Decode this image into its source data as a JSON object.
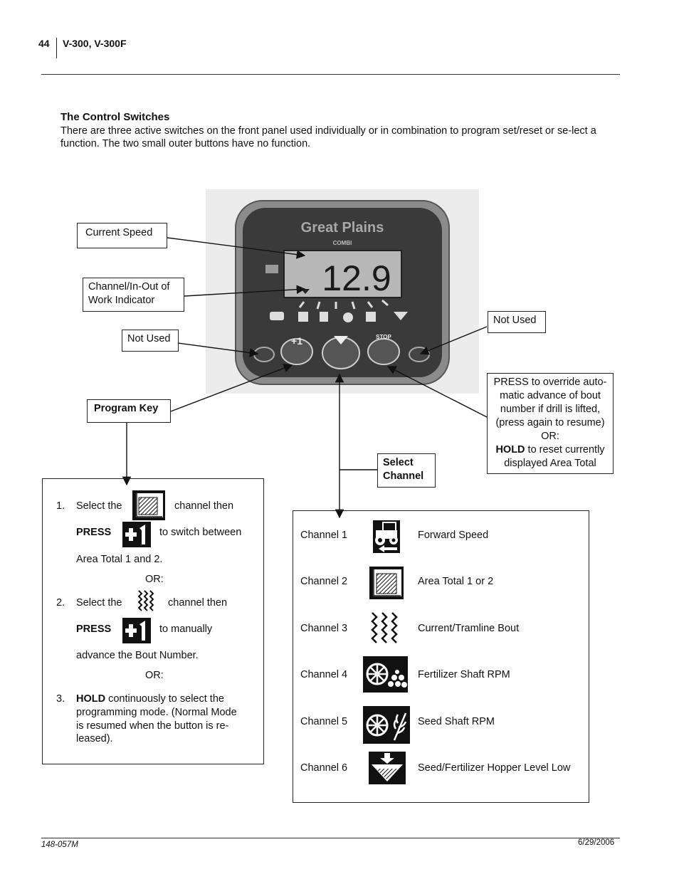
{
  "header": {
    "page_number": "44",
    "model": "V-300, V-300F"
  },
  "section": {
    "title": "The Control Switches",
    "intro": "There are three active switches on the front panel used individually or in combination to program set/reset or se-lect a function. The two small outer buttons have no function."
  },
  "device": {
    "brand": "Great Plains",
    "model_badge": "COMBI",
    "display_value": "12.9",
    "button_plus": "+1",
    "button_stop": "STOP"
  },
  "callouts": {
    "current_speed": "Current Speed",
    "channel_indicator_l1": "Channel/In-Out of",
    "channel_indicator_l2": "Work Indicator",
    "not_used_left": "Not Used",
    "not_used_right": "Not Used",
    "program_key": "Program Key",
    "select_channel_l1": "Select",
    "select_channel_l2": "Channel",
    "press_override": {
      "line1": "PRESS to override auto-",
      "line2": "matic advance of bout",
      "line3": "number if drill is lifted,",
      "line4": "(press again to resume)",
      "line5": "OR:",
      "hold": "HOLD",
      "line6_rest": " to reset currently",
      "line7": "displayed Area Total"
    }
  },
  "program_steps": {
    "s1_num": "1.",
    "s1_a": "Select the",
    "s1_b": "channel then",
    "press": "PRESS",
    "s1_c": "to switch between",
    "s1_d": "Area Total 1 and 2.",
    "or": "OR:",
    "s2_num": "2.",
    "s2_a": "Select the",
    "s2_b": "channel then",
    "s2_c": "to manually",
    "s2_d": "advance the Bout Number.",
    "s3_num": "3.",
    "hold": "HOLD",
    "s3_a": " continuously to select the",
    "s3_b": "programming mode. (Normal Mode",
    "s3_c": "is resumed when the button is re-",
    "s3_d": "leased)."
  },
  "channels": [
    {
      "label": "Channel 1",
      "icon": "tractor-icon",
      "desc": "Forward Speed"
    },
    {
      "label": "Channel 2",
      "icon": "area-icon",
      "desc": "Area Total 1 or 2"
    },
    {
      "label": "Channel 3",
      "icon": "bout-icon",
      "desc": "Current/Tramline Bout"
    },
    {
      "label": "Channel 4",
      "icon": "fertilizer-shaft-icon",
      "desc": "Fertilizer Shaft RPM"
    },
    {
      "label": "Channel 5",
      "icon": "seed-shaft-icon",
      "desc": "Seed Shaft RPM"
    },
    {
      "label": "Channel 6",
      "icon": "hopper-level-icon",
      "desc": "Seed/Fertilizer Hopper Level Low"
    }
  ],
  "footer": {
    "doc_number": "148-057M",
    "date": "6/29/2006"
  }
}
